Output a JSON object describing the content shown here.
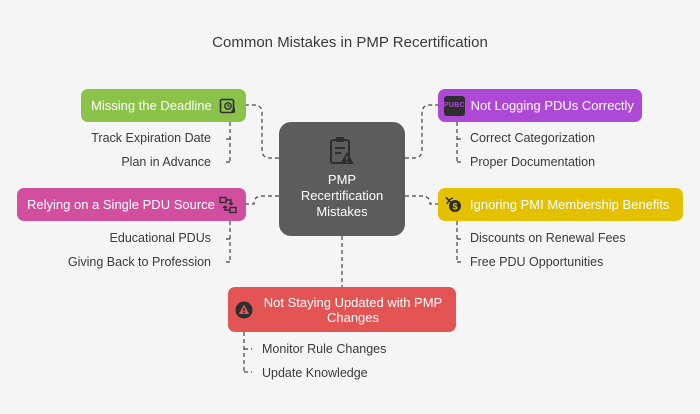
{
  "title": "Common Mistakes in PMP Recertification",
  "center": {
    "label_lines": [
      "PMP",
      "Recertification",
      "Mistakes"
    ],
    "icon": "clipboard-warning-icon"
  },
  "mistakes": [
    {
      "label": "Missing the Deadline",
      "color": "#8bc34a",
      "icon": "calendar-clock-icon",
      "items": [
        "Track Expiration Date",
        "Plan in Advance"
      ]
    },
    {
      "label": "Relying on a Single PDU Source",
      "color": "#d24fa0",
      "icon": "network-nodes-icon",
      "items": [
        "Educational PDUs",
        "Giving Back to Profession"
      ]
    },
    {
      "label": "Not Logging PDUs Correctly",
      "color": "#ae48d6",
      "icon": "pubc-tag-icon",
      "icon_text": "PUBC",
      "items": [
        "Correct Categorization",
        "Proper Documentation"
      ]
    },
    {
      "label": "Ignoring PMI Membership Benefits",
      "color": "#e3c000",
      "icon": "no-dollar-icon",
      "items": [
        "Discounts on Renewal Fees",
        "Free PDU Opportunities"
      ]
    },
    {
      "label": "Not Staying Updated with PMP Changes",
      "label_lines": [
        "Not Staying Updated with PMP",
        "Changes"
      ],
      "color": "#e35454",
      "icon": "warning-cycle-icon",
      "items": [
        "Monitor Rule Changes",
        "Update Knowledge"
      ]
    }
  ]
}
